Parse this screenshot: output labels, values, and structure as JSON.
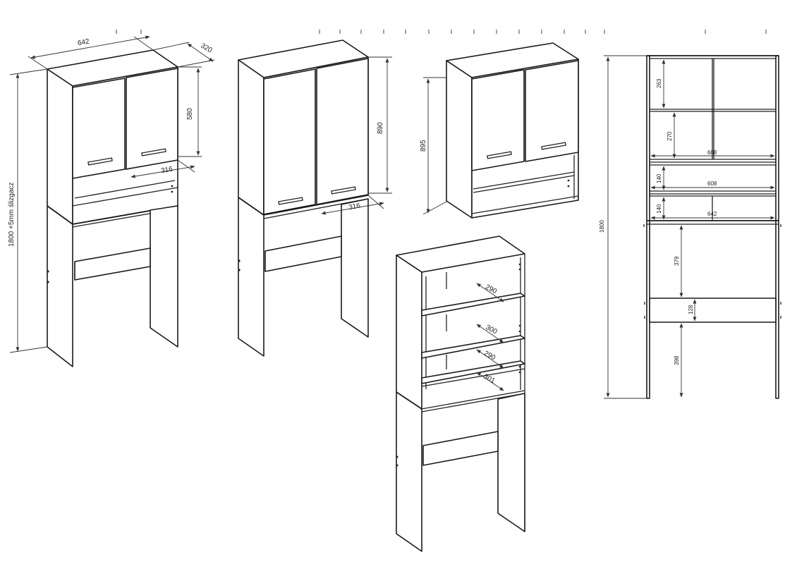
{
  "dims": {
    "a_width": "642",
    "a_depth": "320",
    "a_height": "580",
    "a_shelf_depth": "316",
    "a_total": "1800 +5mm ślizgacz",
    "b_height": "890",
    "b_shelf_depth": "316",
    "c_height": "895",
    "d_shelf_1": "290",
    "d_shelf_2": "300",
    "d_shelf_3": "290",
    "d_shelf_4": "301",
    "e_total": "1800",
    "e_263": "263",
    "e_270": "270",
    "e_608a": "608",
    "e_140a": "140",
    "e_608b": "608",
    "e_140b": "140",
    "e_642": "642",
    "e_379": "379",
    "e_128": "128",
    "e_398": "398"
  }
}
